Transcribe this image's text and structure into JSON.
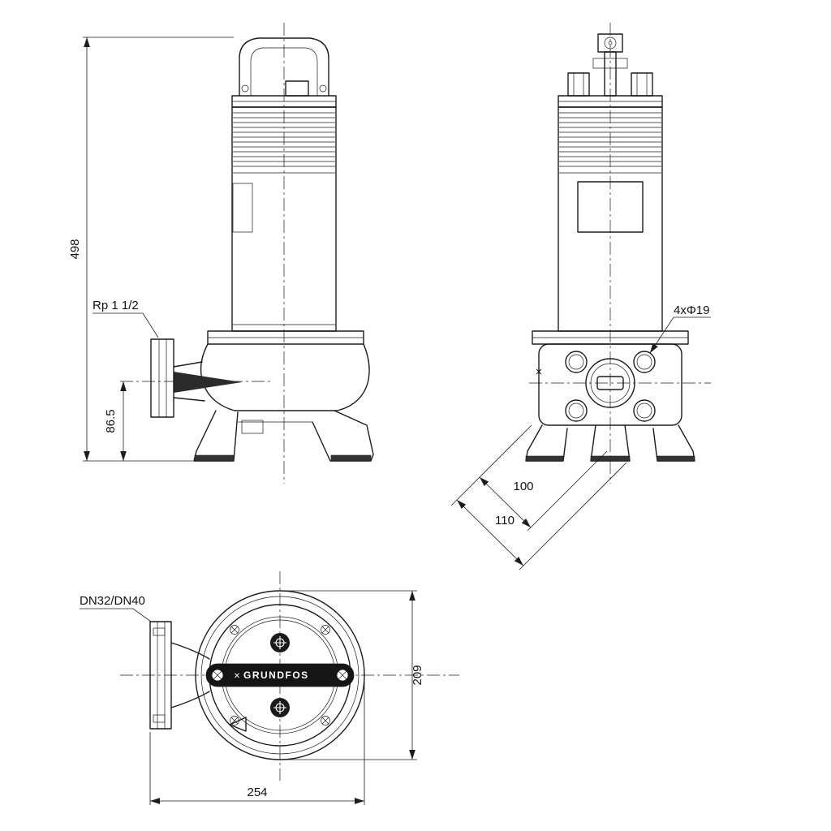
{
  "brand": {
    "logo_text": "GRUNDFOS",
    "logo_mark": "✕"
  },
  "views": {
    "side": {
      "overall_height": "498",
      "discharge_thread": "Rp 1 1/2",
      "port_center_height": "86.5"
    },
    "front": {
      "mounting_holes": "4xΦ19",
      "spacing_inner": "100",
      "spacing_outer": "110"
    },
    "top": {
      "flange": "DN32/DN40",
      "overall_width": "209",
      "overall_length": "254"
    }
  }
}
